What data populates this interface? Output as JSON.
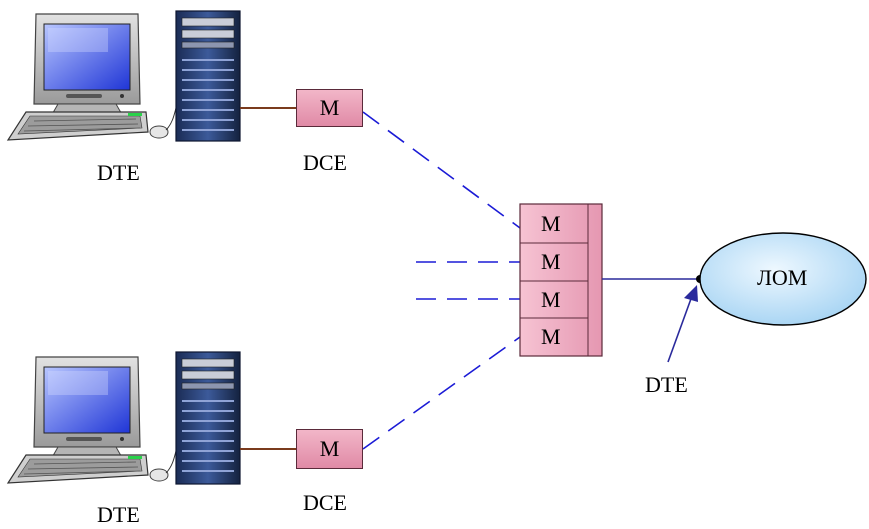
{
  "colors": {
    "dashed_link": "#1b1bd6",
    "solid_link": "#2a2a9c",
    "cable": "#7a3b1d",
    "modem_fill": "#eaa0b8",
    "lan_fill": "#c7e6fa"
  },
  "workstations": [
    {
      "label": "DTE",
      "modem_label": "M",
      "modem_caption": "DCE"
    },
    {
      "label": "DTE",
      "modem_label": "M",
      "modem_caption": "DCE"
    }
  ],
  "modem_pool": {
    "modems": [
      "M",
      "M",
      "M",
      "M"
    ]
  },
  "lan": {
    "label": "ЛОМ",
    "dte_label": "DTE"
  }
}
